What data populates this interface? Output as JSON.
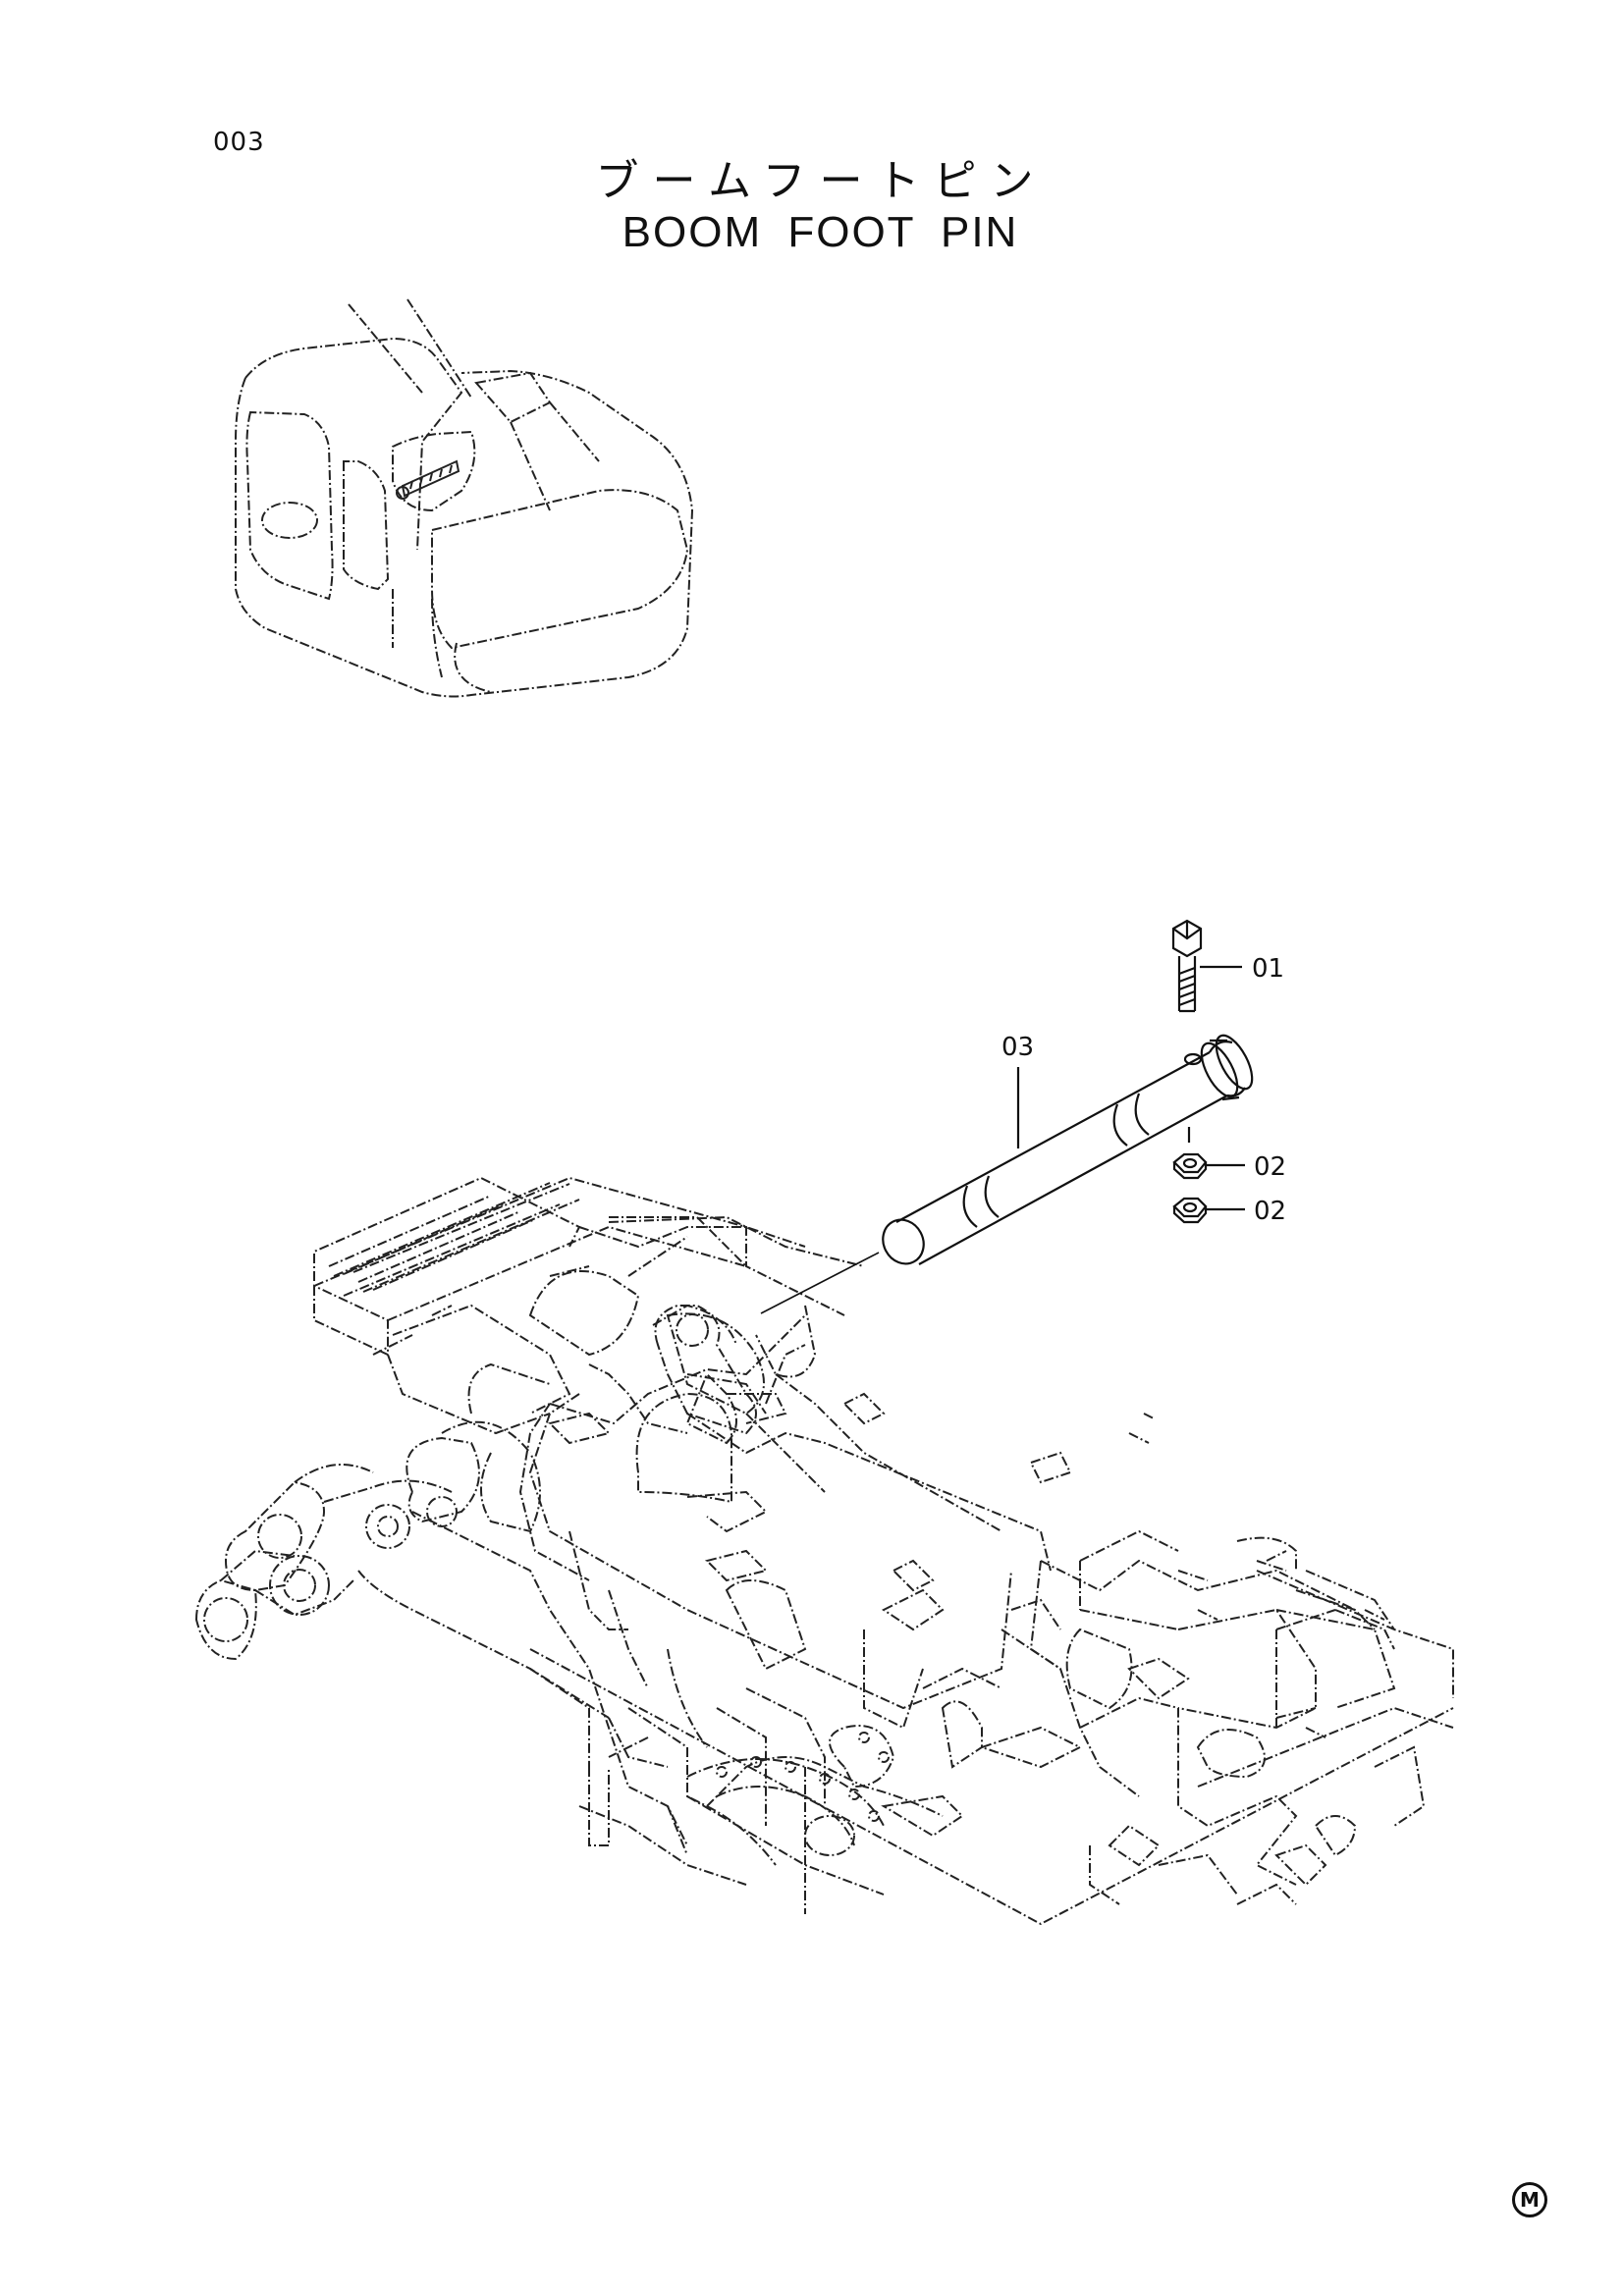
{
  "page_number": "003",
  "title_jp": "ブームフートピン",
  "title_en": "BOOM FOOT PIN",
  "callouts": {
    "bolt": "01",
    "nut_1": "02",
    "nut_2": "02",
    "pin": "03"
  },
  "mark": "M"
}
